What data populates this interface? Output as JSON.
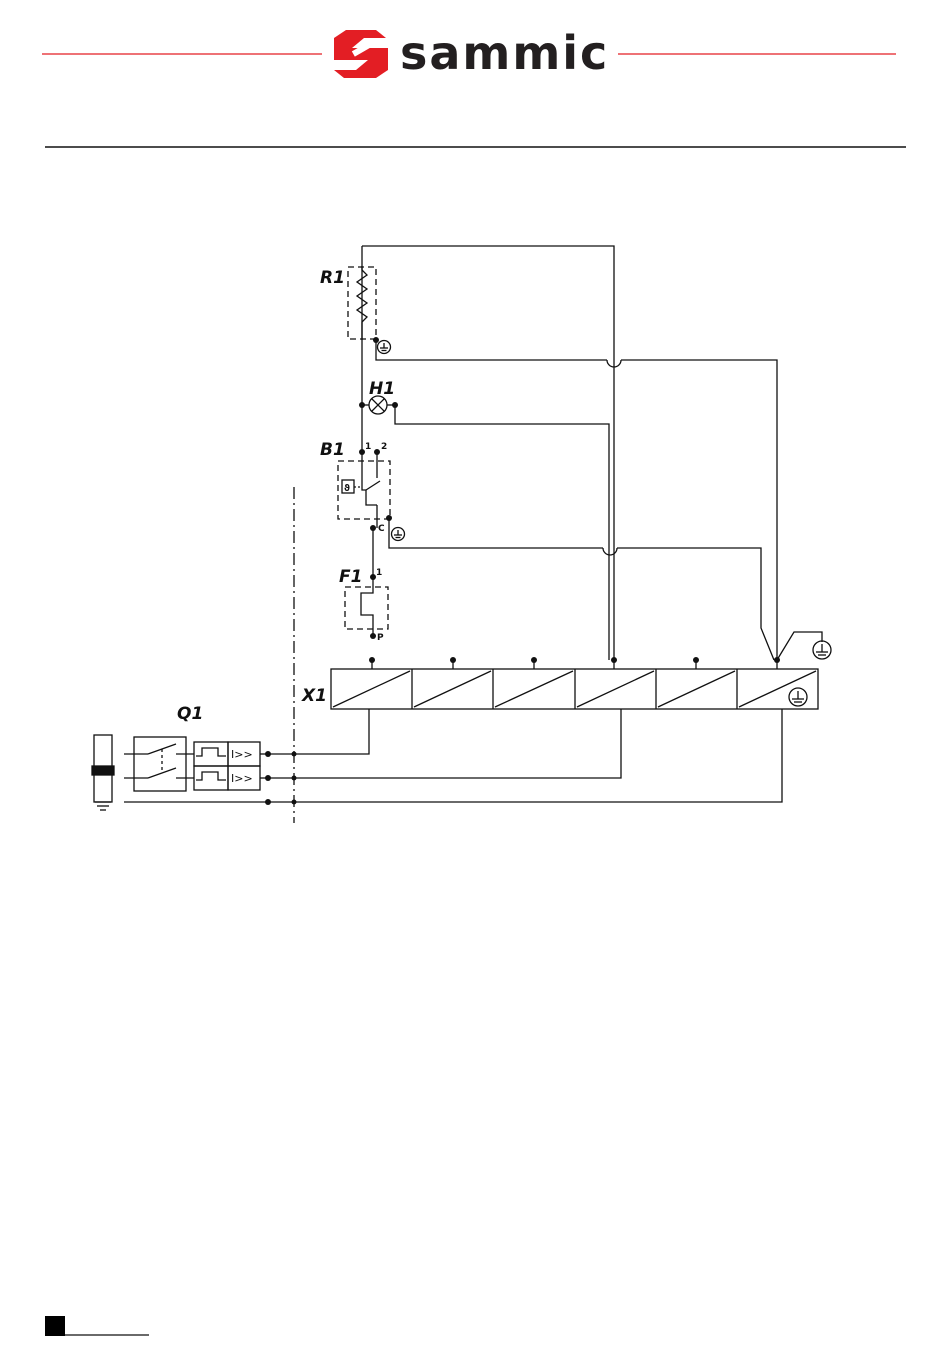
{
  "header": {
    "brand_name": "sammic",
    "brand_color": "#e31e24",
    "text_color": "#231f20"
  },
  "diagram": {
    "components": {
      "R1": "R1",
      "H1": "H1",
      "B1": "B1",
      "F1": "F1",
      "Q1": "Q1",
      "X1": "X1"
    },
    "terminals": {
      "b1_t1": "1",
      "b1_t2": "2",
      "b1_c": "C",
      "f1_t1": "1",
      "f1_p": "P"
    },
    "breaker_marks": [
      "I>>",
      "I>>"
    ]
  },
  "footer": {
    "page_marker_color": "#000000"
  }
}
